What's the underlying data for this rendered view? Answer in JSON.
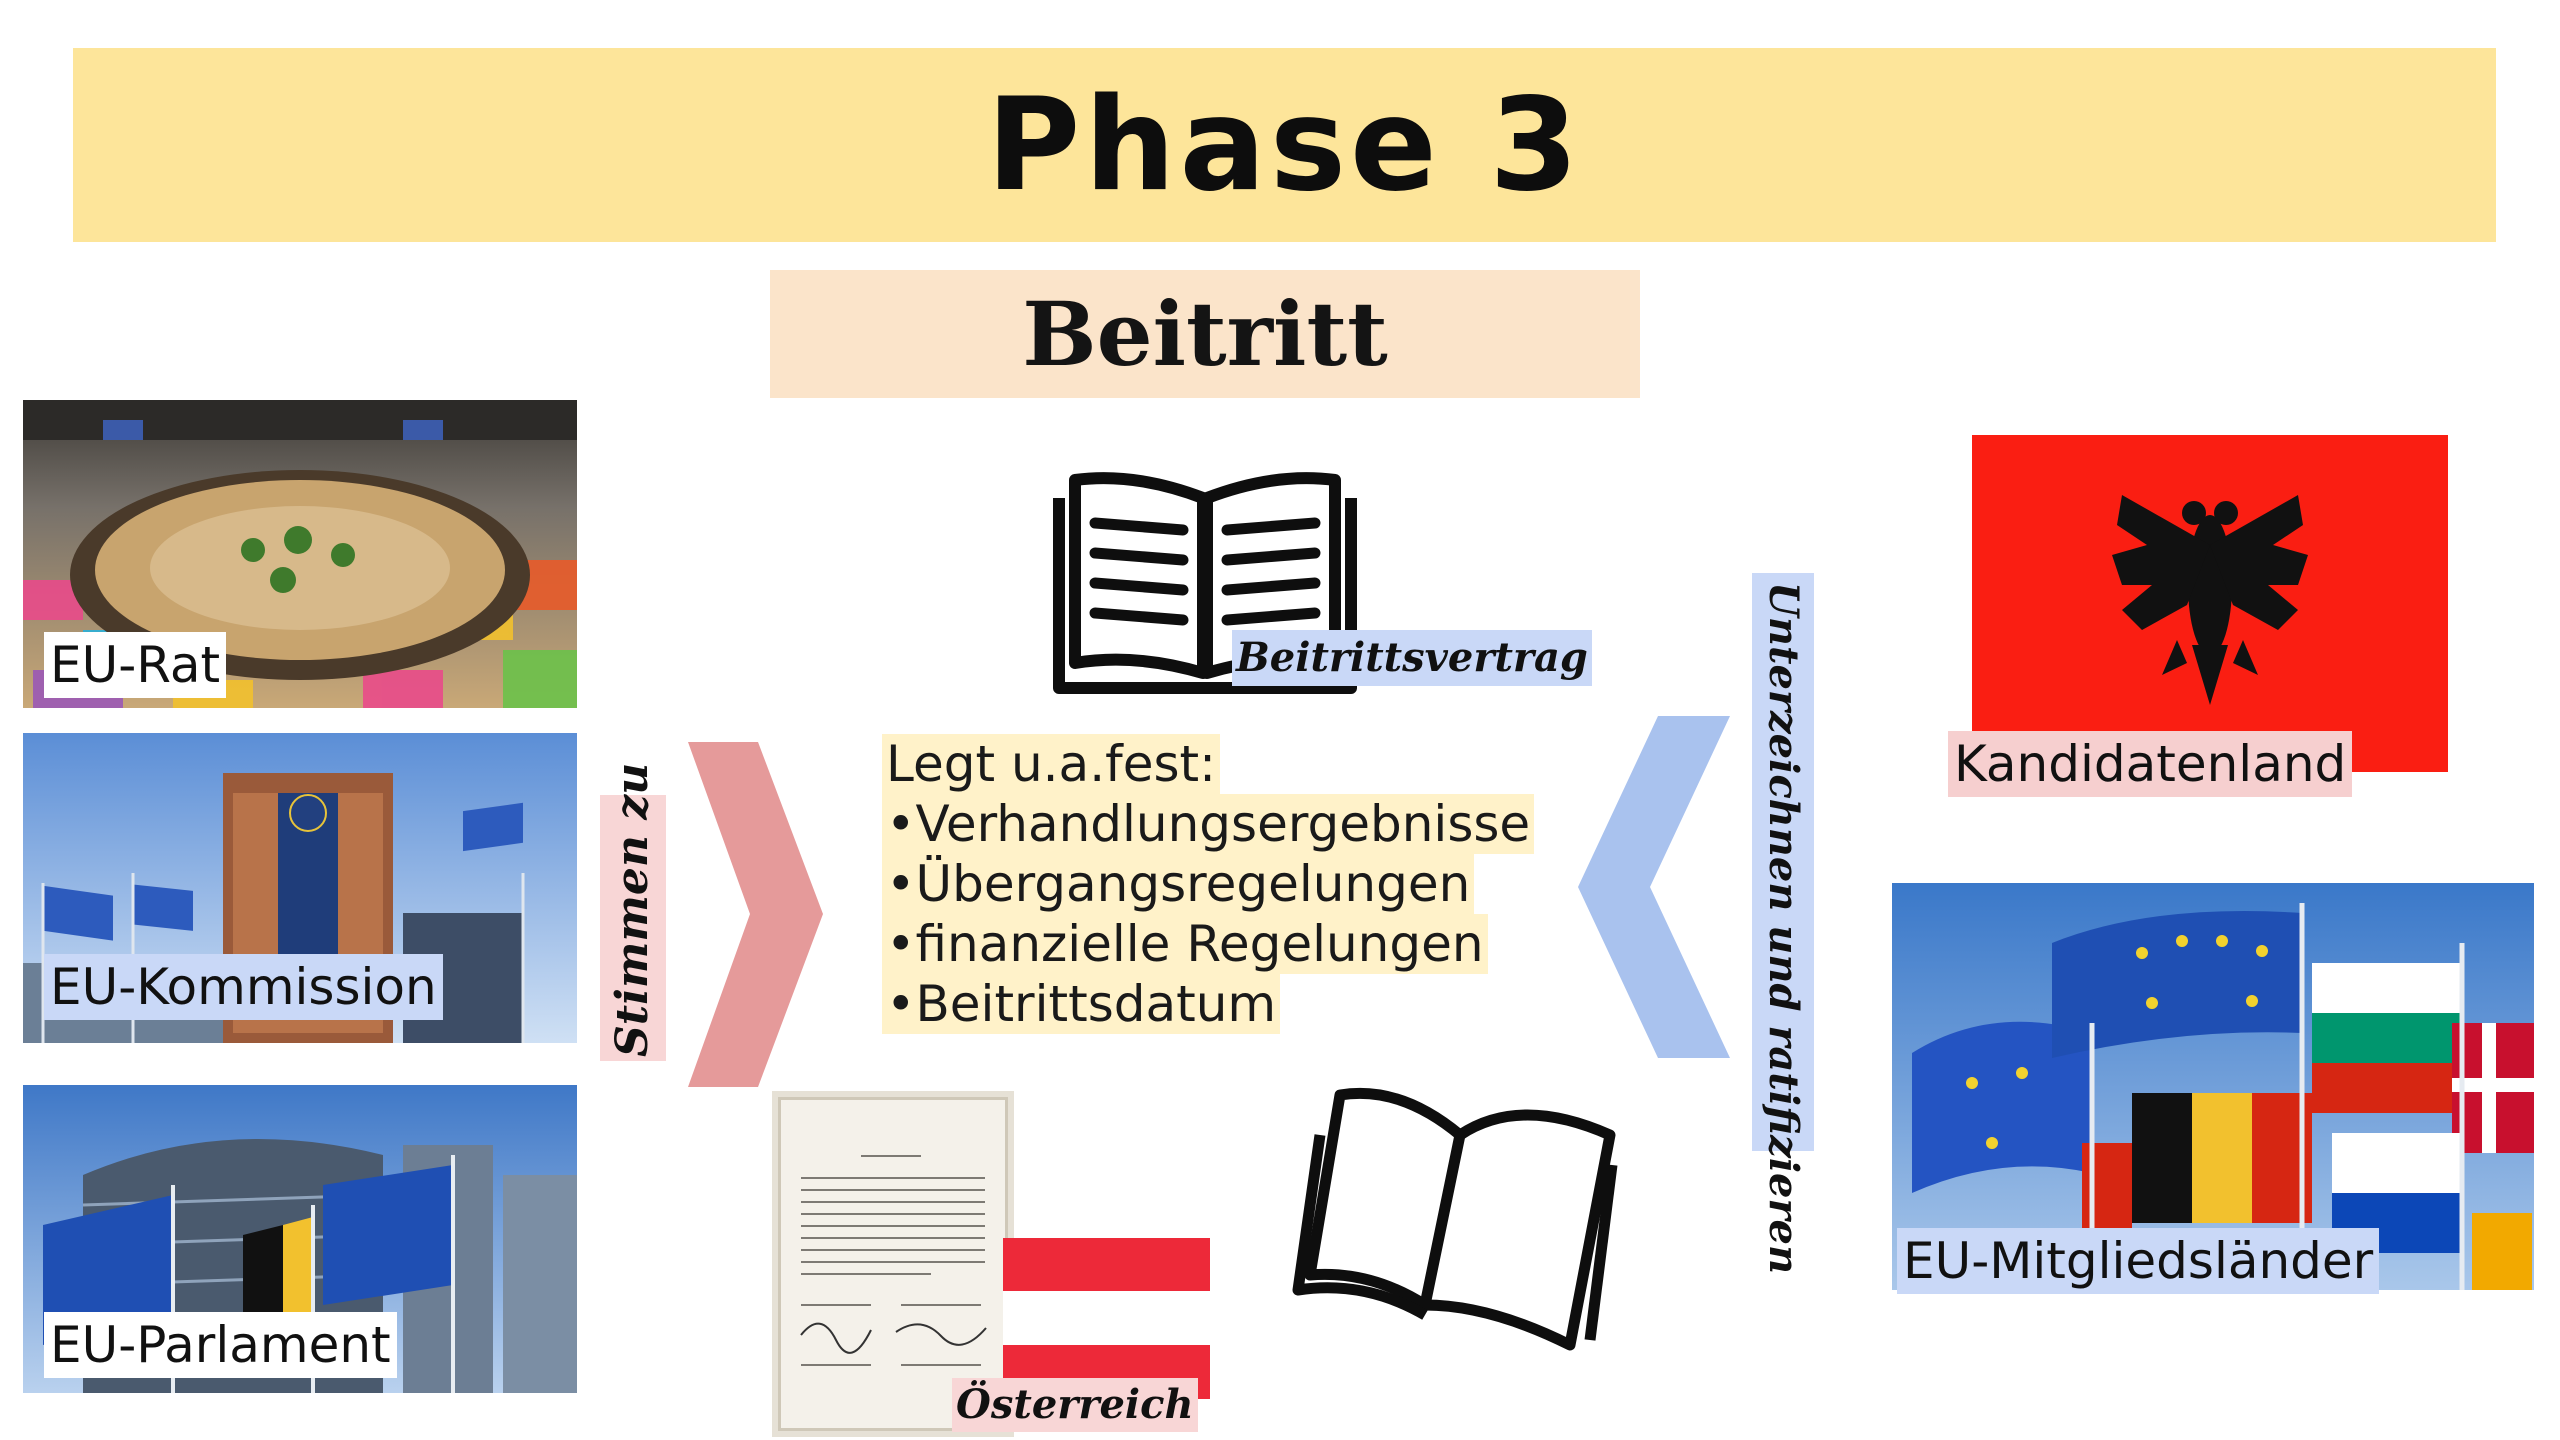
{
  "title": "Phase 3",
  "subtitle": "Beitritt",
  "left_panels": [
    {
      "label": "EU-Rat"
    },
    {
      "label": "EU-Kommission"
    },
    {
      "label": "EU-Parlament"
    }
  ],
  "left_arrow_label": "Stimmen zu",
  "treaty_label": "Beitrittsvertrag",
  "terms": {
    "heading": "Legt u.a.fest:",
    "items": [
      "•Verhandlungsergebnisse",
      "•Übergangsregelungen",
      "•finanzielle Regelungen",
      "•Beitrittsdatum"
    ]
  },
  "right_arrow_label": "Unterzeichnen und ratifizieren",
  "austria_label": "Österreich",
  "right_panels": [
    {
      "label": "Kandidatenland"
    },
    {
      "label": "EU-Mitgliedsländer"
    }
  ],
  "colors": {
    "banner": "#fde59a",
    "subtitle_bg": "#fbe4ca",
    "left_arrow": "#e59a9a",
    "right_arrow": "#a9c2ee",
    "albania_red": "#fa1e12",
    "austria_red": "#ed2939"
  },
  "icons": [
    "open-book-icon",
    "open-book-outline-icon",
    "albanian-eagle-icon",
    "eu-flag-icon"
  ]
}
